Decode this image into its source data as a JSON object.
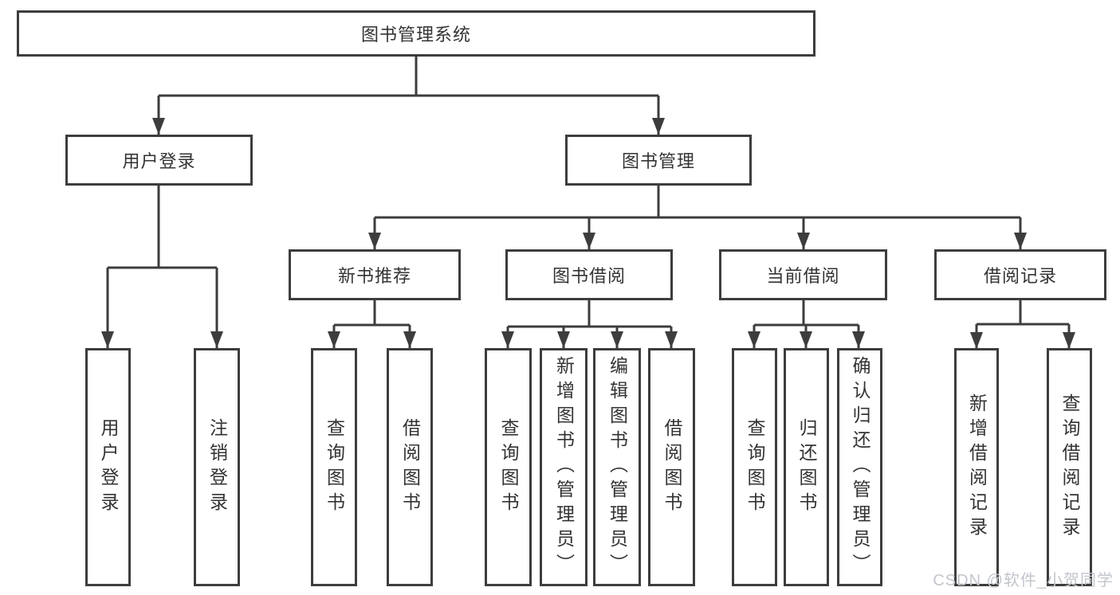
{
  "tree": {
    "label": "图书管理系统",
    "children": [
      {
        "label": "用户登录",
        "children": [
          {
            "label": "用户登录"
          },
          {
            "label": "注销登录"
          }
        ]
      },
      {
        "label": "图书管理",
        "children": [
          {
            "label": "新书推荐",
            "children": [
              {
                "label": "查询图书"
              },
              {
                "label": "借阅图书"
              }
            ]
          },
          {
            "label": "图书借阅",
            "children": [
              {
                "label": "查询图书"
              },
              {
                "label": "新增图书（管理员）"
              },
              {
                "label": "编辑图书（管理员）"
              },
              {
                "label": "借阅图书"
              }
            ]
          },
          {
            "label": "当前借阅",
            "children": [
              {
                "label": "查询图书"
              },
              {
                "label": "归还图书"
              },
              {
                "label": "确认归还（管理员）"
              }
            ]
          },
          {
            "label": "借阅记录",
            "children": [
              {
                "label": "新增借阅记录"
              },
              {
                "label": "查询借阅记录"
              }
            ]
          }
        ]
      }
    ]
  },
  "watermark": {
    "text": "CSDN @软件_小贺同学"
  },
  "colors": {
    "line": "#3d3d3d",
    "text": "#333333",
    "background": "#ffffff",
    "watermark": "#c2c6cc"
  }
}
